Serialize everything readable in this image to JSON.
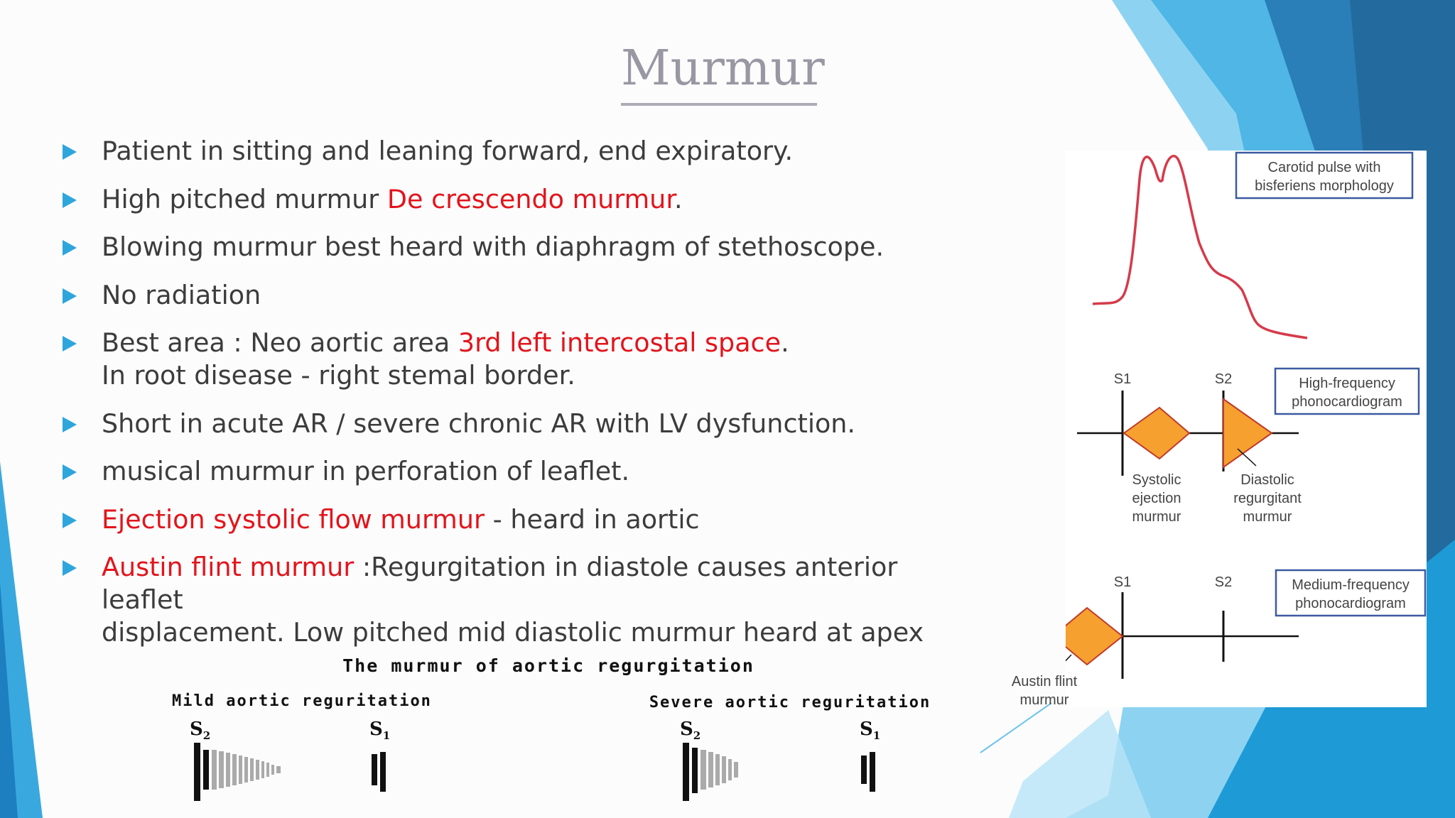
{
  "slide": {
    "title": "Murmur",
    "bullets": [
      {
        "parts": [
          {
            "text": "Patient in sitting and leaning forward, end expiratory."
          }
        ]
      },
      {
        "parts": [
          {
            "text": "High pitched murmur "
          },
          {
            "text": "De crescendo murmur",
            "red": true
          },
          {
            "text": "."
          }
        ]
      },
      {
        "parts": [
          {
            "text": "Blowing murmur best heard with diaphragm of stethoscope."
          }
        ]
      },
      {
        "parts": [
          {
            "text": "No radiation"
          }
        ]
      },
      {
        "parts": [
          {
            "text": "Best area : Neo aortic area "
          },
          {
            "text": "3rd left intercostal space",
            "red": true
          },
          {
            "text": "."
          },
          {
            "br": true
          },
          {
            "text": "In root disease - right stemal border."
          }
        ]
      },
      {
        "parts": [
          {
            "text": "Short in acute AR / severe chronic AR with LV dysfunction."
          }
        ]
      },
      {
        "parts": [
          {
            "text": "musical murmur in perforation of leaflet."
          }
        ]
      },
      {
        "parts": [
          {
            "text": "Ejection systolic flow murmur",
            "red": true
          },
          {
            "text": " - heard in aortic"
          }
        ]
      },
      {
        "parts": [
          {
            "text": "Austin flint murmur",
            "red": true
          },
          {
            "text": " :Regurgitation in diastole causes anterior leaflet"
          },
          {
            "br": true
          },
          {
            "text": "displacement. Low pitched mid diastolic murmur heard at apex"
          }
        ]
      }
    ]
  },
  "figure_right": {
    "carotid_label_1": "Carotid pulse with",
    "carotid_label_2": "bisferiens morphology",
    "high_freq_label_1": "High-frequency",
    "high_freq_label_2": "phonocardiogram",
    "s1": "S1",
    "s2": "S2",
    "systolic_1": "Systolic",
    "systolic_2": "ejection",
    "systolic_3": "murmur",
    "diastolic_1": "Diastolic",
    "diastolic_2": "regurgitant",
    "diastolic_3": "murmur",
    "medium_freq_label_1": "Medium-frequency",
    "medium_freq_label_2": "phonocardiogram",
    "austin_1": "Austin flint",
    "austin_2": "murmur"
  },
  "figure_bottom": {
    "title": "The murmur of aortic regurgitation",
    "mild_label": "Mild aortic reguritation",
    "severe_label": "Severe aortic reguritation",
    "s2": "S",
    "s2_sub": "2",
    "s1": "S",
    "s1_sub": "1"
  },
  "colors": {
    "accent_blue": "#2ea6dc",
    "highlight_red": "#e3141b",
    "waveform_red": "#d63a4a",
    "murmur_orange": "#f5a02f"
  }
}
